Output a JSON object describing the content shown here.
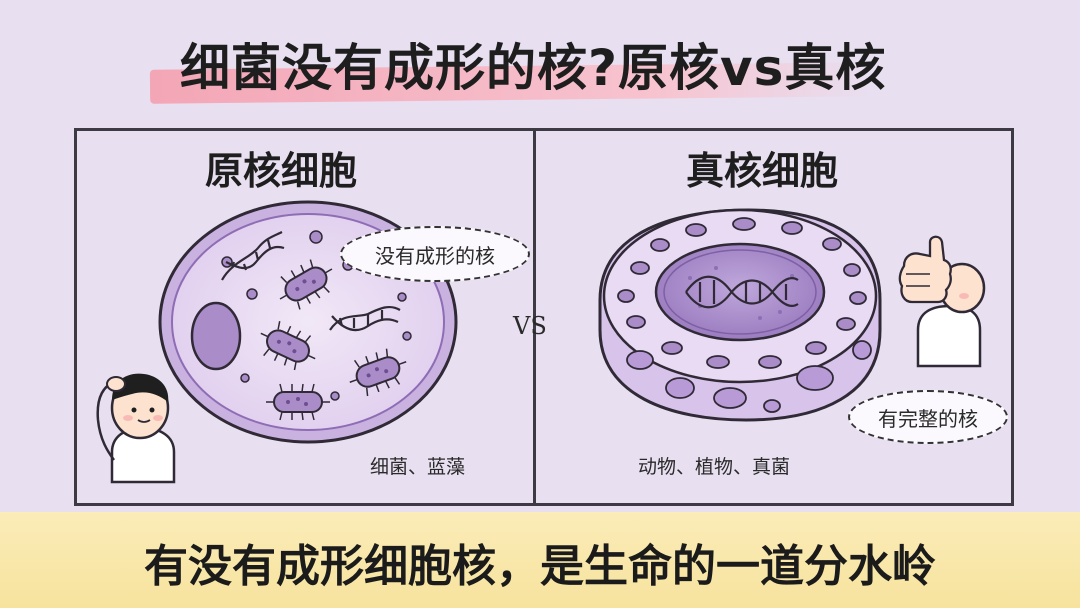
{
  "title": "细菌没有成形的核?原核vs真核",
  "prokaryote": {
    "heading": "原核细胞",
    "bubble": "没有成形的核",
    "caption": "细菌、蓝藻"
  },
  "eukaryote": {
    "heading": "真核细胞",
    "bubble": "有完整的核",
    "caption": "动物、植物、真菌"
  },
  "vs_label": "VS",
  "banner": "有没有成形细胞核，是生命的一道分水岭",
  "colors": {
    "background": "#e8dff0",
    "title_highlight": "#f3a6b6",
    "banner": "#f7e39e",
    "cell_fill": "#e9dcf2",
    "cell_stroke": "#a688c4",
    "organelle": "#a98cc8"
  }
}
